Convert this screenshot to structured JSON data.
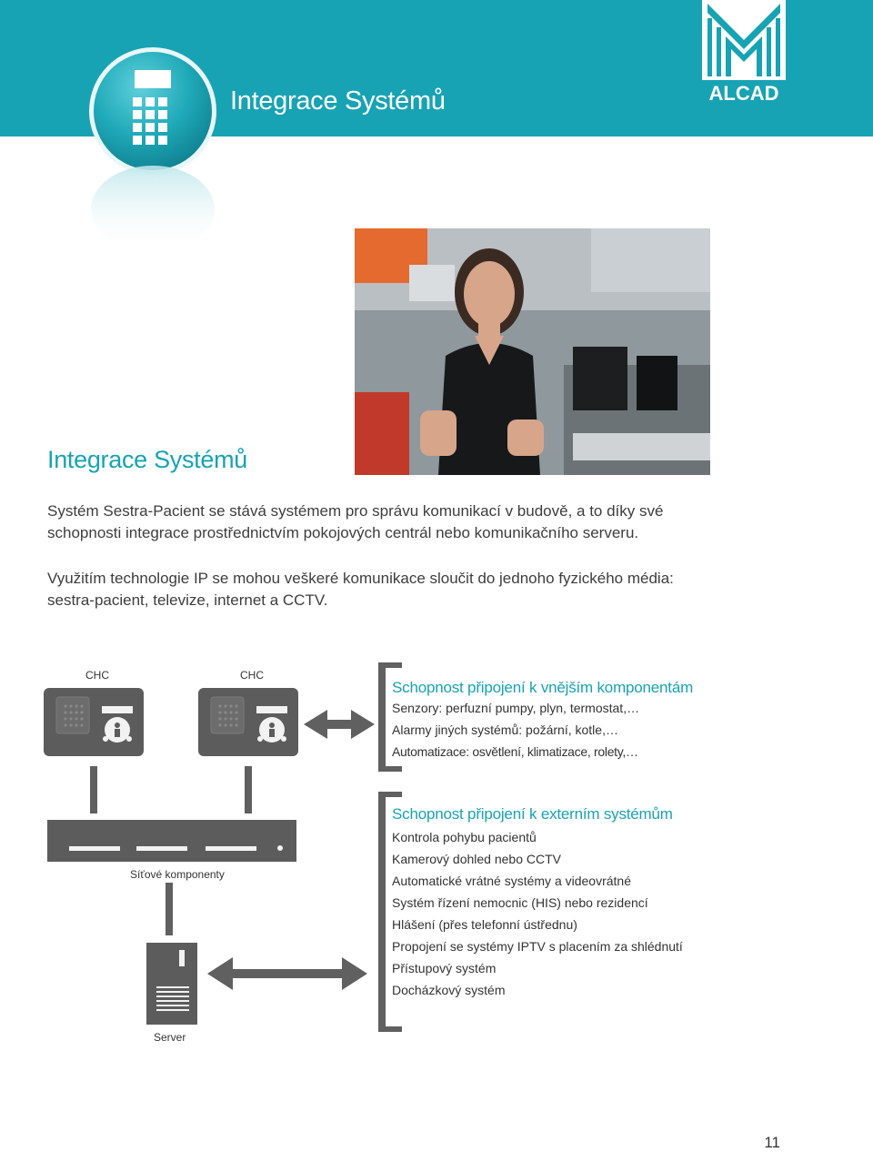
{
  "header": {
    "title": "Integrace Systémů",
    "brand": "ALCAD",
    "bg_color": "#17a3b3",
    "icon": "keypad-icon"
  },
  "main": {
    "title": "Integrace Systémů",
    "paragraphs": [
      "Systém Sestra-Pacient se stává systémem pro správu komunikací v budově, a to díky své schopnosti integrace prostřednictvím pokojových centrál nebo komunikačního serveru.",
      "Využitím technologie IP se mohou veškeré komunikace sloučit do jednoho fyzického média: sestra-pacient, televize, internet a CCTV."
    ]
  },
  "diagram": {
    "chc_label_1": "CHC",
    "chc_label_2": "CHC",
    "network_label": "Síťové komponenty",
    "server_label": "Server"
  },
  "external_components": {
    "title": "Schopnost připojení k vnějším komponentám",
    "items": [
      "Senzory: perfuzní pumpy, plyn, termostat,…",
      "Alarmy jiných systémů: požární, kotle,…",
      "Automatizace: osvětlení, klimatizace, rolety,…"
    ]
  },
  "external_systems": {
    "title": "Schopnost připojení k externím systémům",
    "items": [
      "Kontrola pohybu pacientů",
      "Kamerový dohled nebo CCTV",
      "Automatické vrátné systémy a videovrátné",
      "Systém řízení nemocnic (HIS) nebo rezidencí",
      "Hlášení (přes telefonní ústřednu)",
      "Propojení se systémy IPTV s placením za shlédnutí",
      "Přístupový systém",
      "Docházkový systém"
    ]
  },
  "page_number": "11"
}
